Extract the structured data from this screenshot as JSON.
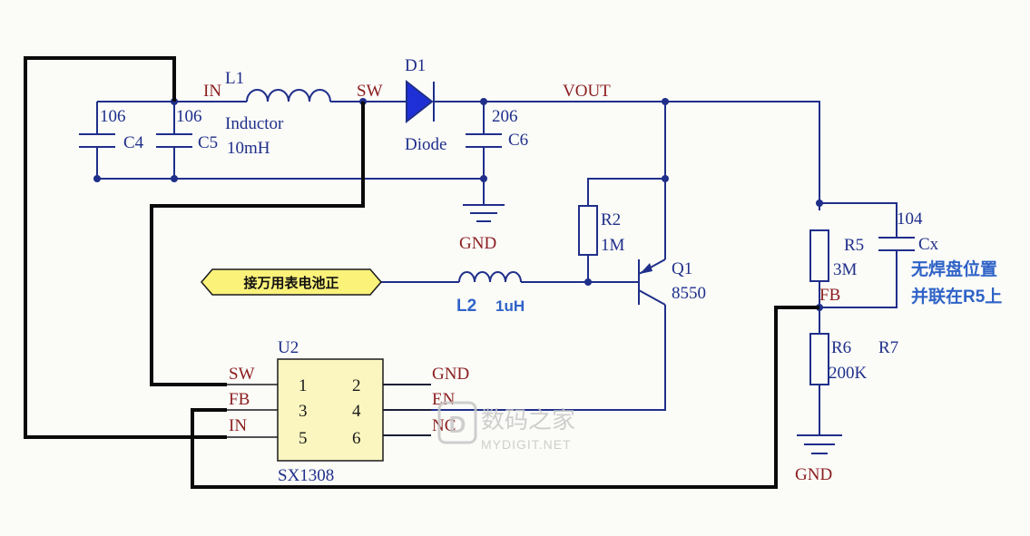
{
  "colors": {
    "wire": "#1f2f8a",
    "jumper": "#0a0a0a",
    "net_label": "#8b1e1e",
    "note": "#2f63c7",
    "ic_fill": "#fbf6c0",
    "tag_fill": "#fbf27a",
    "background": "#fbfbf8"
  },
  "nets": {
    "in": "IN",
    "sw": "SW",
    "vout": "VOUT",
    "gnd_left": "GND",
    "fb": "FB",
    "gnd_right": "GND"
  },
  "components": {
    "c4": {
      "ref": "C4",
      "value": "106"
    },
    "c5": {
      "ref": "C5",
      "value": "106"
    },
    "l1": {
      "ref": "L1",
      "name": "Inductor",
      "value": "10mH"
    },
    "d1": {
      "ref": "D1",
      "name": "Diode"
    },
    "c6": {
      "ref": "C6",
      "value": "206"
    },
    "r2": {
      "ref": "R2",
      "value": "1M"
    },
    "q1": {
      "ref": "Q1",
      "value": "8550"
    },
    "l2": {
      "ref": "L2",
      "value": "1uH"
    },
    "r5": {
      "ref": "R5",
      "value": "3M"
    },
    "cx": {
      "ref": "Cx",
      "value": "104"
    },
    "r6": {
      "ref": "R6",
      "value": "200K"
    },
    "r7": {
      "ref": "R7"
    }
  },
  "ic": {
    "ref": "U2",
    "part": "SX1308",
    "left_pins": [
      {
        "name": "SW",
        "num": "1"
      },
      {
        "name": "FB",
        "num": "3"
      },
      {
        "name": "IN",
        "num": "5"
      }
    ],
    "right_pins": [
      {
        "name": "GND",
        "num": "2"
      },
      {
        "name": "EN",
        "num": "4"
      },
      {
        "name": "NC",
        "num": "6"
      }
    ]
  },
  "port": {
    "label": "接万用表电池正"
  },
  "note": {
    "line1": "无焊盘位置",
    "line2": "并联在R5上"
  },
  "watermark": {
    "cn": "数码之家",
    "en": "MYDIGIT.NET",
    "logo": "D"
  }
}
